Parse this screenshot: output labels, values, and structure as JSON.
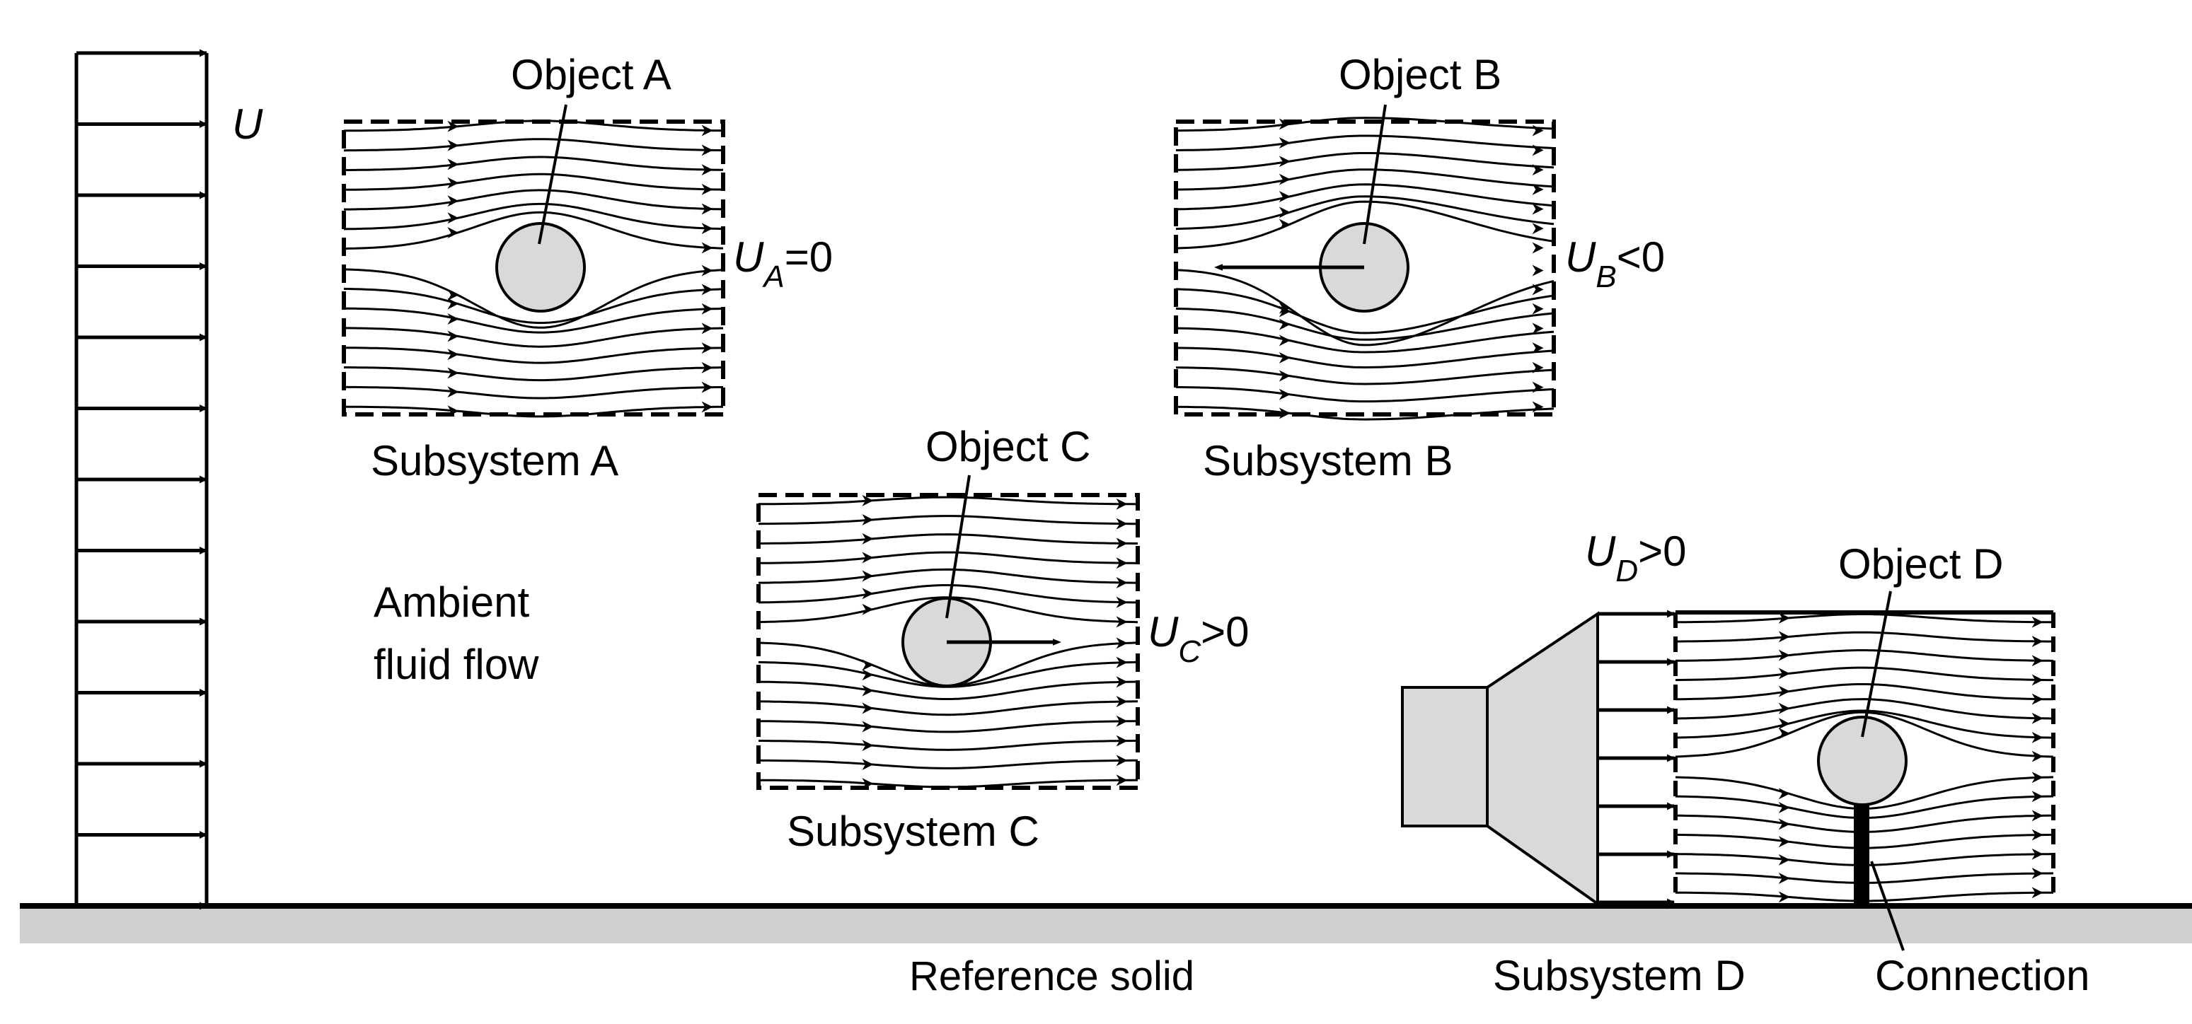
{
  "ambient": {
    "velocity_symbol": "U",
    "label_line1": "Ambient",
    "label_line2": "fluid flow"
  },
  "subsystems": {
    "a": {
      "name": "Subsystem A",
      "object_label": "Object A",
      "velocity_symbol": "U",
      "velocity_subscript": "A",
      "velocity_relation": "=0"
    },
    "b": {
      "name": "Subsystem B",
      "object_label": "Object B",
      "velocity_symbol": "U",
      "velocity_subscript": "B",
      "velocity_relation": "<0"
    },
    "c": {
      "name": "Subsystem C",
      "object_label": "Object C",
      "velocity_symbol": "U",
      "velocity_subscript": "C",
      "velocity_relation": ">0"
    },
    "d": {
      "name": "Subsystem D",
      "object_label": "Object D",
      "velocity_symbol": "U",
      "velocity_subscript": "D",
      "velocity_relation": ">0",
      "connection_label": "Connection"
    }
  },
  "ground": {
    "label": "Reference solid"
  },
  "colors": {
    "object_fill": "#d9d9d9",
    "ground_fill": "#d0d0d0",
    "line": "#000000"
  }
}
